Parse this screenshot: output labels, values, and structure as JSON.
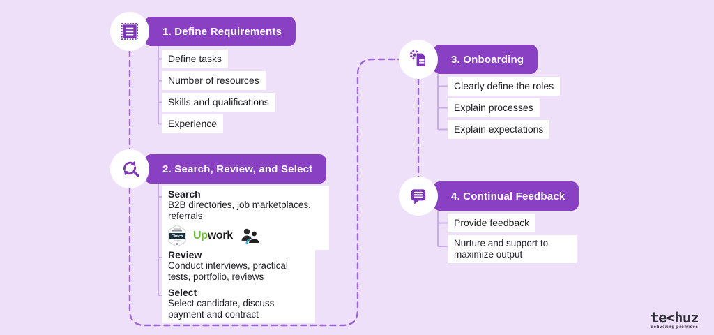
{
  "colors": {
    "background": "#efe0fa",
    "header_purple": "#8940c2",
    "icon_purple": "#7c35b5",
    "dashed_line": "#9c67d3",
    "connector_line": "#c9abe8",
    "box_white": "#ffffff",
    "upwork_green": "#6fbe3f",
    "clutch_navy": "#17313d",
    "arrow_blue": "#2aa9e0"
  },
  "flowchart": {
    "steps": [
      {
        "title": "1. Define Requirements",
        "icon": "list-stamp",
        "items": [
          {
            "text": "Define tasks"
          },
          {
            "text": "Number of resources"
          },
          {
            "text": "Skills and qualifications"
          },
          {
            "text": "Experience"
          }
        ]
      },
      {
        "title": "2. Search, Review, and Select",
        "icon": "search-refresh",
        "items": [
          {
            "heading": "Search",
            "text": "B2B directories, job marketplaces, referrals"
          },
          {
            "heading": "Review",
            "text": "Conduct interviews, practical tests, portfolio, reviews"
          },
          {
            "heading": "Select",
            "text": "Select candidate, discuss payment and contract"
          }
        ]
      },
      {
        "title": "3. Onboarding",
        "icon": "document-gear",
        "items": [
          {
            "text": "Clearly define the roles"
          },
          {
            "text": "Explain processes"
          },
          {
            "text": "Explain expectations"
          }
        ]
      },
      {
        "title": "4. Continual Feedback",
        "icon": "chat-bubble",
        "items": [
          {
            "text": "Provide feedback"
          },
          {
            "text": "Nurture and support to maximize output"
          }
        ]
      }
    ]
  },
  "logos": {
    "clutch_label": "Clutch",
    "upwork_up": "Up",
    "upwork_work": "work"
  },
  "brand": {
    "logo_text": "te<huz",
    "tagline": "delivering promises"
  }
}
